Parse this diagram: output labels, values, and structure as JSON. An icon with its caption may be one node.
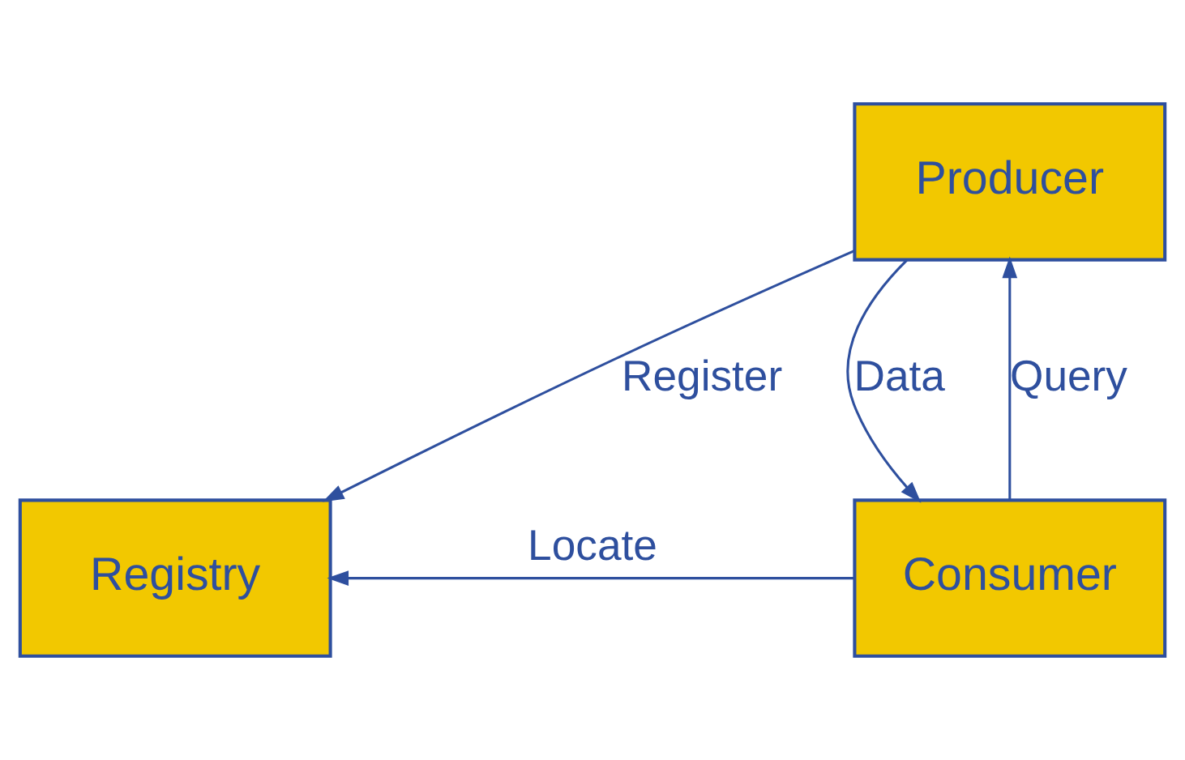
{
  "diagram": {
    "nodes": [
      {
        "text": [
          "Producer"
        ]
      },
      {
        "text": [
          "Registry"
        ]
      },
      {
        "text": [
          "Consumer"
        ]
      }
    ],
    "edges": [
      {
        "from": 0,
        "to": 1,
        "arrow": "to",
        "label": "Register"
      },
      {
        "from": 2,
        "to": 1,
        "arrow": "to",
        "label": "Locate"
      },
      {
        "from": 2,
        "to": 0,
        "arrow": "to",
        "label": "Query"
      },
      {
        "from": 0,
        "to": 2,
        "arrow": "to",
        "label": "Data"
      }
    ]
  }
}
